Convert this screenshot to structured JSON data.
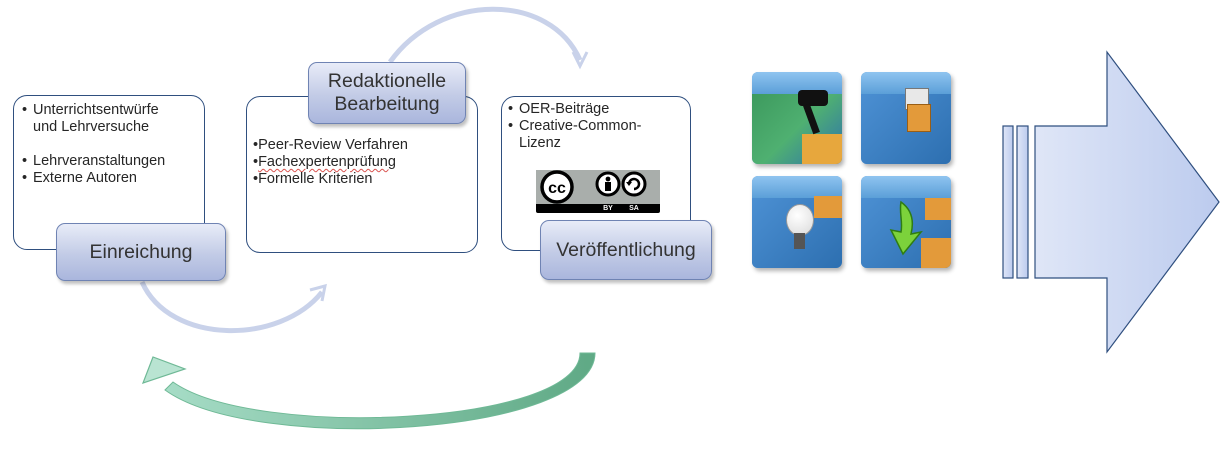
{
  "boxes": {
    "submission_list": [
      "Unterrichtsentwürfe",
      "und Lehrversuche",
      "Lehrveranstaltungen",
      "Externe Autoren"
    ],
    "editing_list": [
      "Peer-Review Verfahren",
      "Fachexpertenprüfung",
      "Formelle Kriterien"
    ],
    "publication_list": [
      "OER-Beiträge",
      "Creative-Common-",
      "Lizenz"
    ]
  },
  "labels": {
    "submission": "Einreichung",
    "editing_line1": "Redaktionelle",
    "editing_line2": "Bearbeitung",
    "publication": "Veröffentlichung"
  },
  "license_badge": {
    "text_by": "BY",
    "text_sa": "SA",
    "cc": "cc"
  },
  "icons": [
    "cube-upload-icon",
    "cube-folder-icon",
    "cube-lightbulb-icon",
    "cube-download-icon"
  ],
  "colors": {
    "box_border": "#2f4f7f",
    "label_fill": "#b9c4e4",
    "arrow_fill": "#c9d6f1",
    "feedback_arrow": "#8fd0b3"
  }
}
